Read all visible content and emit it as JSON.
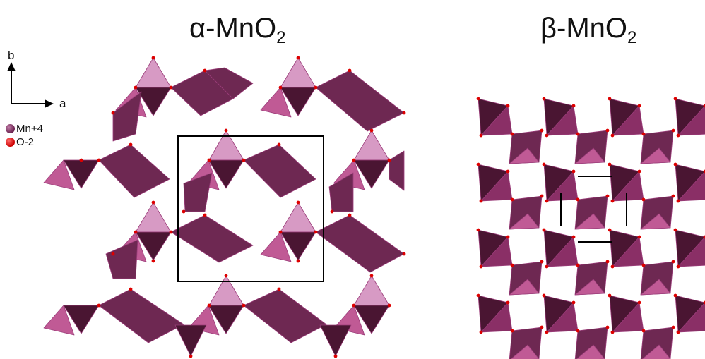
{
  "titles": {
    "alpha": {
      "prefix": "α-MnO",
      "subscript": "2"
    },
    "beta": {
      "prefix": "β-MnO",
      "subscript": "2"
    }
  },
  "axes": {
    "b_label": "b",
    "a_label": "a"
  },
  "legend": {
    "items": [
      {
        "label": "Mn+4",
        "color": "#7b2d5c"
      },
      {
        "label": "O-2",
        "color": "#dd0000"
      }
    ]
  },
  "colors": {
    "dark_face": "#4a1532",
    "mid_face": "#6e2852",
    "pink_face": "#c05a95",
    "light_face": "#d79ac4",
    "beta_face": "#8a2f66",
    "oxygen": "#dd0000",
    "unit_cell": "#000000"
  }
}
